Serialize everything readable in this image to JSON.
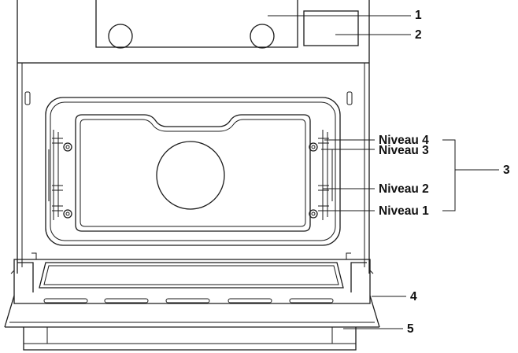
{
  "callouts": {
    "c1": "1",
    "c2": "2",
    "c3": "3",
    "c4": "4",
    "c5": "5"
  },
  "levels": {
    "level4": "Niveau 4",
    "level3": "Niveau 3",
    "level2": "Niveau 2",
    "level1": "Niveau 1"
  }
}
